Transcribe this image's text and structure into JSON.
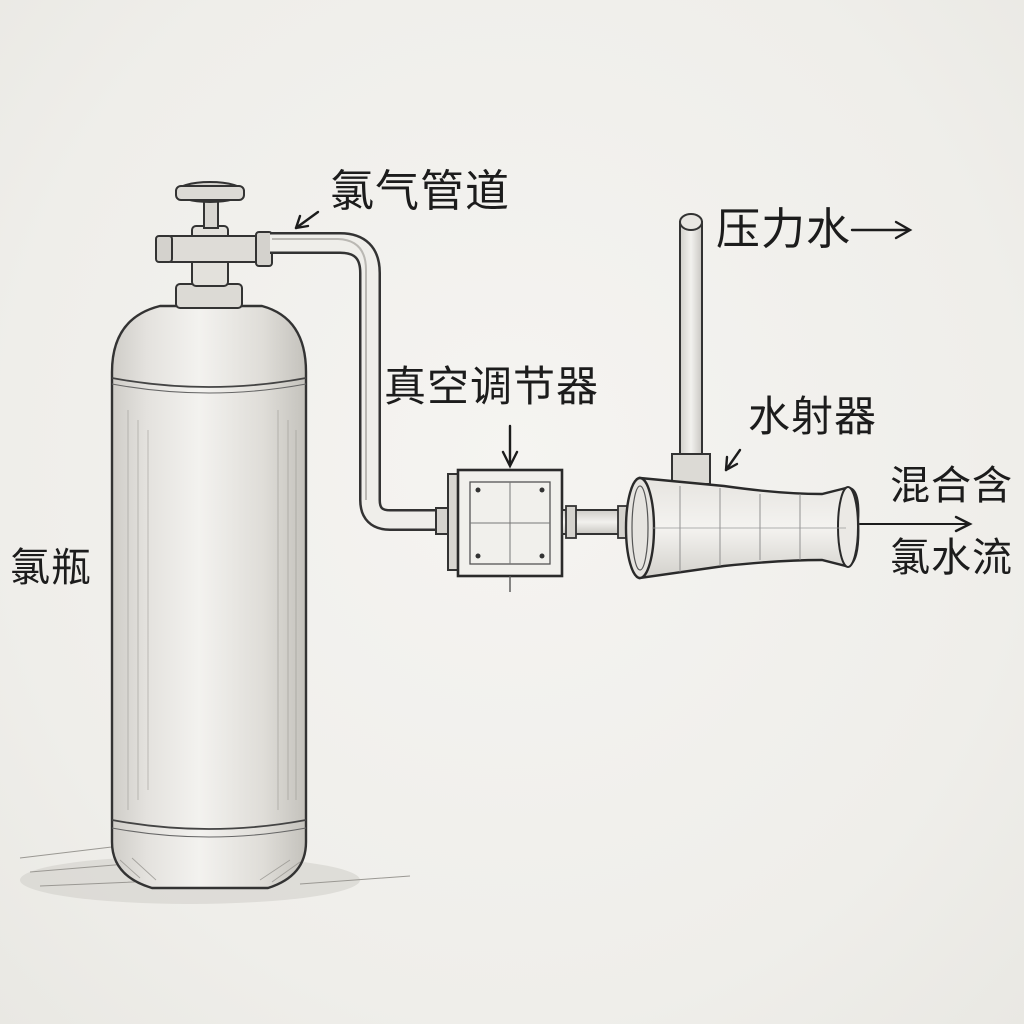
{
  "labels": {
    "chlorine_pipe": "氯气管道",
    "pressure_water": "压力水",
    "vacuum_regulator": "真空调节器",
    "ejector": "水射器",
    "chlorine_cylinder": "氯瓶",
    "mixed_line1": "混合含",
    "mixed_line2": "氯水流"
  }
}
